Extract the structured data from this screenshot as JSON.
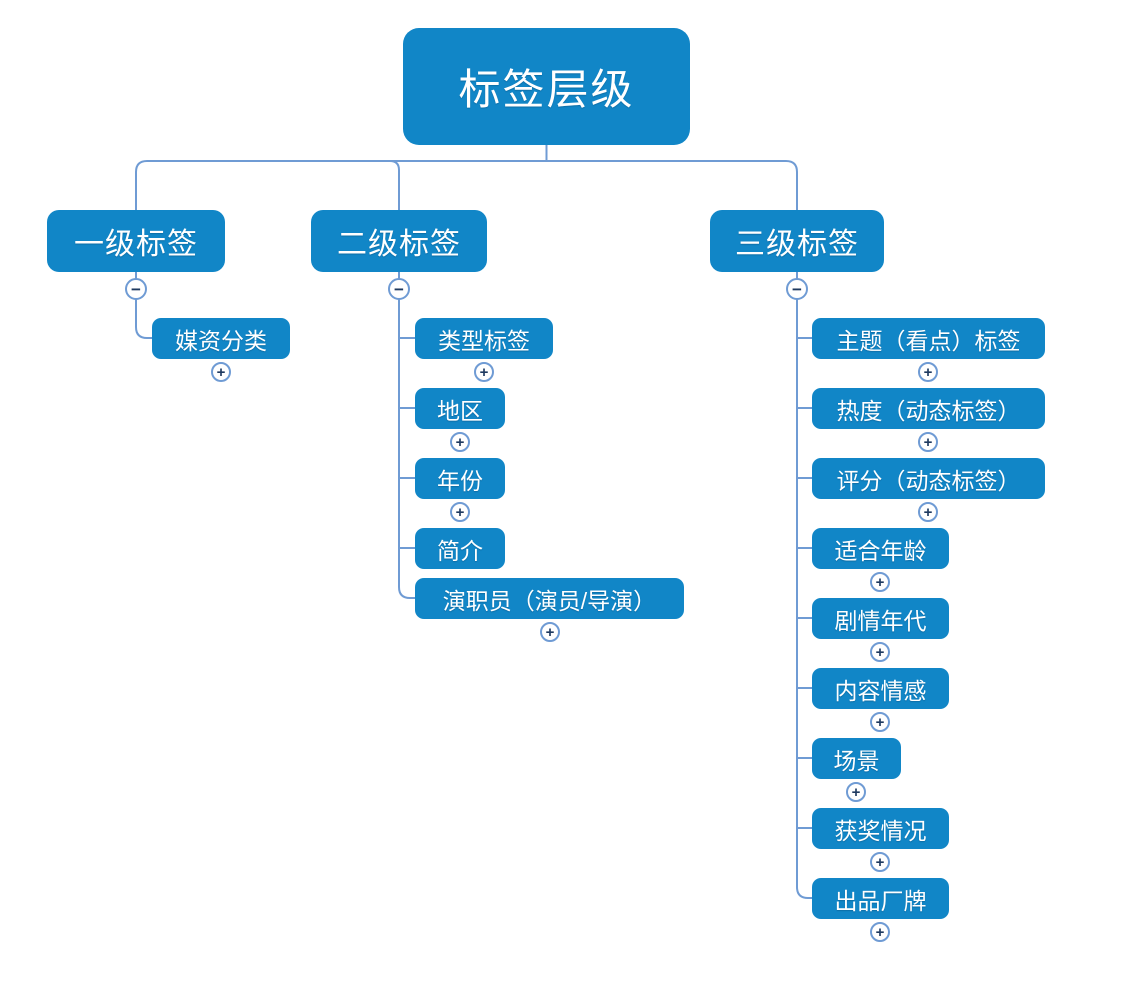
{
  "diagram": {
    "root": {
      "label": "标签层级"
    },
    "branches": [
      {
        "label": "一级标签",
        "children": [
          {
            "label": "媒资分类",
            "expandable": true
          }
        ]
      },
      {
        "label": "二级标签",
        "children": [
          {
            "label": "类型标签",
            "expandable": true
          },
          {
            "label": "地区",
            "expandable": true
          },
          {
            "label": "年份",
            "expandable": true
          },
          {
            "label": "简介",
            "expandable": false
          },
          {
            "label": "演职员（演员/导演）",
            "expandable": true
          }
        ]
      },
      {
        "label": "三级标签",
        "children": [
          {
            "label": "主题（看点）标签",
            "expandable": true
          },
          {
            "label": "热度（动态标签）",
            "expandable": true
          },
          {
            "label": "评分（动态标签）",
            "expandable": true
          },
          {
            "label": "适合年龄",
            "expandable": true
          },
          {
            "label": "剧情年代",
            "expandable": true
          },
          {
            "label": "内容情感",
            "expandable": true
          },
          {
            "label": "场景",
            "expandable": true
          },
          {
            "label": "获奖情况",
            "expandable": true
          },
          {
            "label": "出品厂牌",
            "expandable": true
          }
        ]
      }
    ],
    "icons": {
      "collapse": "−",
      "expand": "+"
    },
    "colors": {
      "node_fill": "#1186C7",
      "node_text": "#ffffff",
      "connector": "#6f9bd4",
      "toggle_sign": "#1f3a60"
    }
  }
}
